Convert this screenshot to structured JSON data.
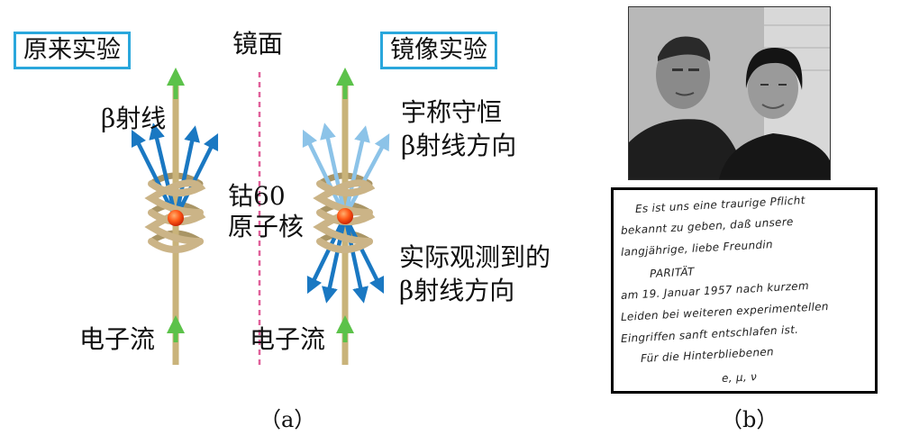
{
  "panel_a": {
    "original_title": "原来实验",
    "mirror_label": "镜面",
    "mirror_title": "镜像实验",
    "beta_rays": "β射线",
    "cobalt_line1": "钴60",
    "cobalt_line2": "原子核",
    "parity_line1": "宇称守恒",
    "parity_line2": "β射线方向",
    "observed_line1": "实际观测到的",
    "observed_line2": "β射线方向",
    "current_left": "电子流",
    "current_right": "电子流",
    "caption": "（a）",
    "colors": {
      "box_border": "#2aa7dc",
      "rod": "#c9b37a",
      "coil": "#cbb487",
      "arrow_blue": "#1a78c2",
      "arrow_light": "#8cc3e8",
      "arrow_green": "#5cc24a",
      "mirror": "#e0609a",
      "nucleus": "#e8300c"
    }
  },
  "panel_b": {
    "caption": "（b）",
    "letter_lines": [
      "Es ist uns eine traurige Pflicht",
      "bekannt zu geben, daß unsere",
      "langjährige, liebe Freundin",
      "PARITÄT",
      "am 19. Januar 1957 nach kurzem",
      "Leiden bei weiteren experimentellen",
      "Eingriffen sanft entschlafen ist.",
      "Für die Hinterbliebenen",
      "e, µ, ν"
    ]
  }
}
